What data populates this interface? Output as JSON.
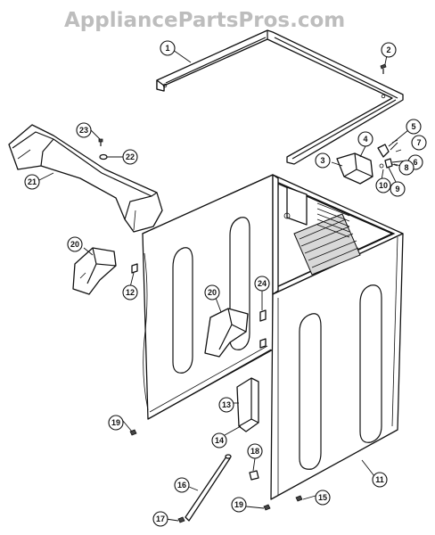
{
  "watermark": "AppliancePartsPros.com",
  "callouts": [
    {
      "id": "c1",
      "label": "1"
    },
    {
      "id": "c2",
      "label": "2"
    },
    {
      "id": "c3",
      "label": "3"
    },
    {
      "id": "c4",
      "label": "4"
    },
    {
      "id": "c5",
      "label": "5"
    },
    {
      "id": "c6",
      "label": "6"
    },
    {
      "id": "c7",
      "label": "7"
    },
    {
      "id": "c8",
      "label": "8"
    },
    {
      "id": "c9",
      "label": "9"
    },
    {
      "id": "c10",
      "label": "10"
    },
    {
      "id": "c11",
      "label": "11"
    },
    {
      "id": "c12",
      "label": "12"
    },
    {
      "id": "c13",
      "label": "13"
    },
    {
      "id": "c14",
      "label": "14"
    },
    {
      "id": "c15",
      "label": "15"
    },
    {
      "id": "c16",
      "label": "16"
    },
    {
      "id": "c17",
      "label": "17"
    },
    {
      "id": "c18",
      "label": "18"
    },
    {
      "id": "c19a",
      "label": "19"
    },
    {
      "id": "c19b",
      "label": "19"
    },
    {
      "id": "c20a",
      "label": "20"
    },
    {
      "id": "c20b",
      "label": "20"
    },
    {
      "id": "c21",
      "label": "21"
    },
    {
      "id": "c22",
      "label": "22"
    },
    {
      "id": "c23",
      "label": "23"
    },
    {
      "id": "c24",
      "label": "24"
    }
  ]
}
